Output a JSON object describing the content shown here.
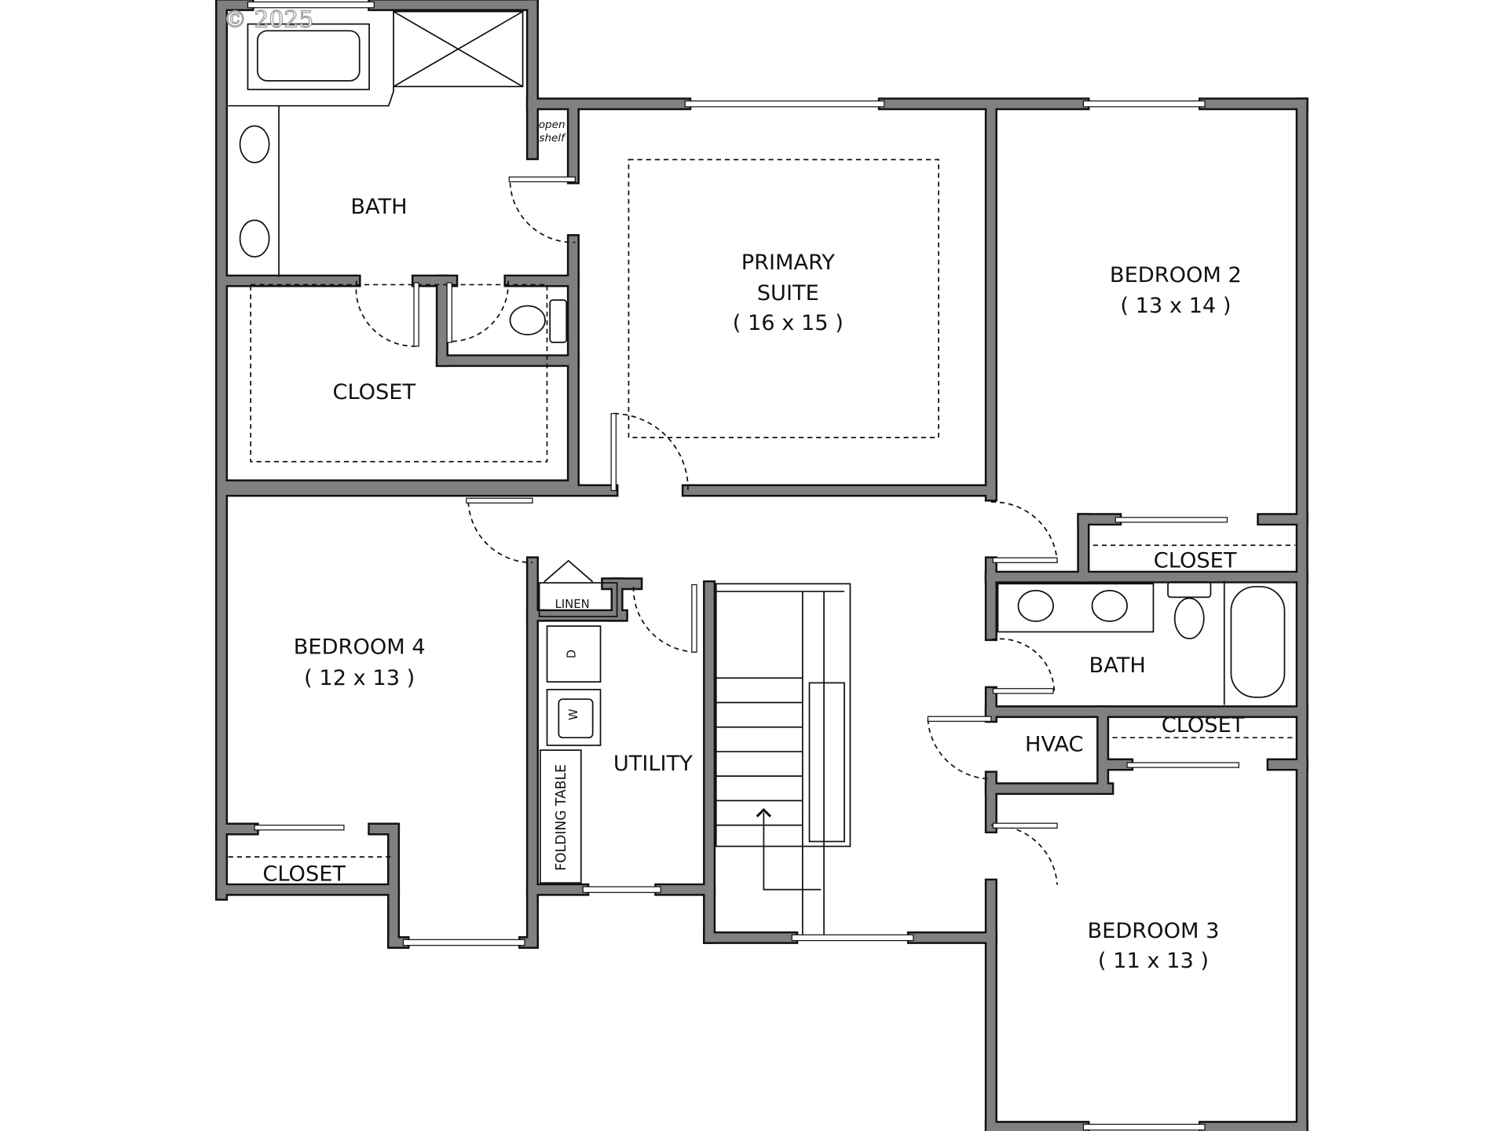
{
  "watermark": "© 2025",
  "rooms": {
    "primary_bath": "BATH",
    "open_shelf_line1": "open",
    "open_shelf_line2": "shelf",
    "primary_closet": "CLOSET",
    "primary_suite_line1": "PRIMARY",
    "primary_suite_line2": "SUITE",
    "primary_suite_size": "( 16 x 15 )",
    "bedroom2": "BEDROOM 2",
    "bedroom2_size": "( 13 x 14 )",
    "bedroom2_closet": "CLOSET",
    "hall_bath": "BATH",
    "hvac": "HVAC",
    "bedroom3_closet": "CLOSET",
    "bedroom3": "BEDROOM 3",
    "bedroom3_size": "( 11 x 13 )",
    "bedroom4": "BEDROOM 4",
    "bedroom4_size": "( 12 x 13 )",
    "bedroom4_closet": "CLOSET",
    "linen": "LINEN",
    "utility": "UTILITY",
    "folding_table": "FOLDING TABLE",
    "dryer": "D",
    "washer": "W"
  },
  "colors": {
    "wall": "#808080",
    "outline": "#111111"
  }
}
